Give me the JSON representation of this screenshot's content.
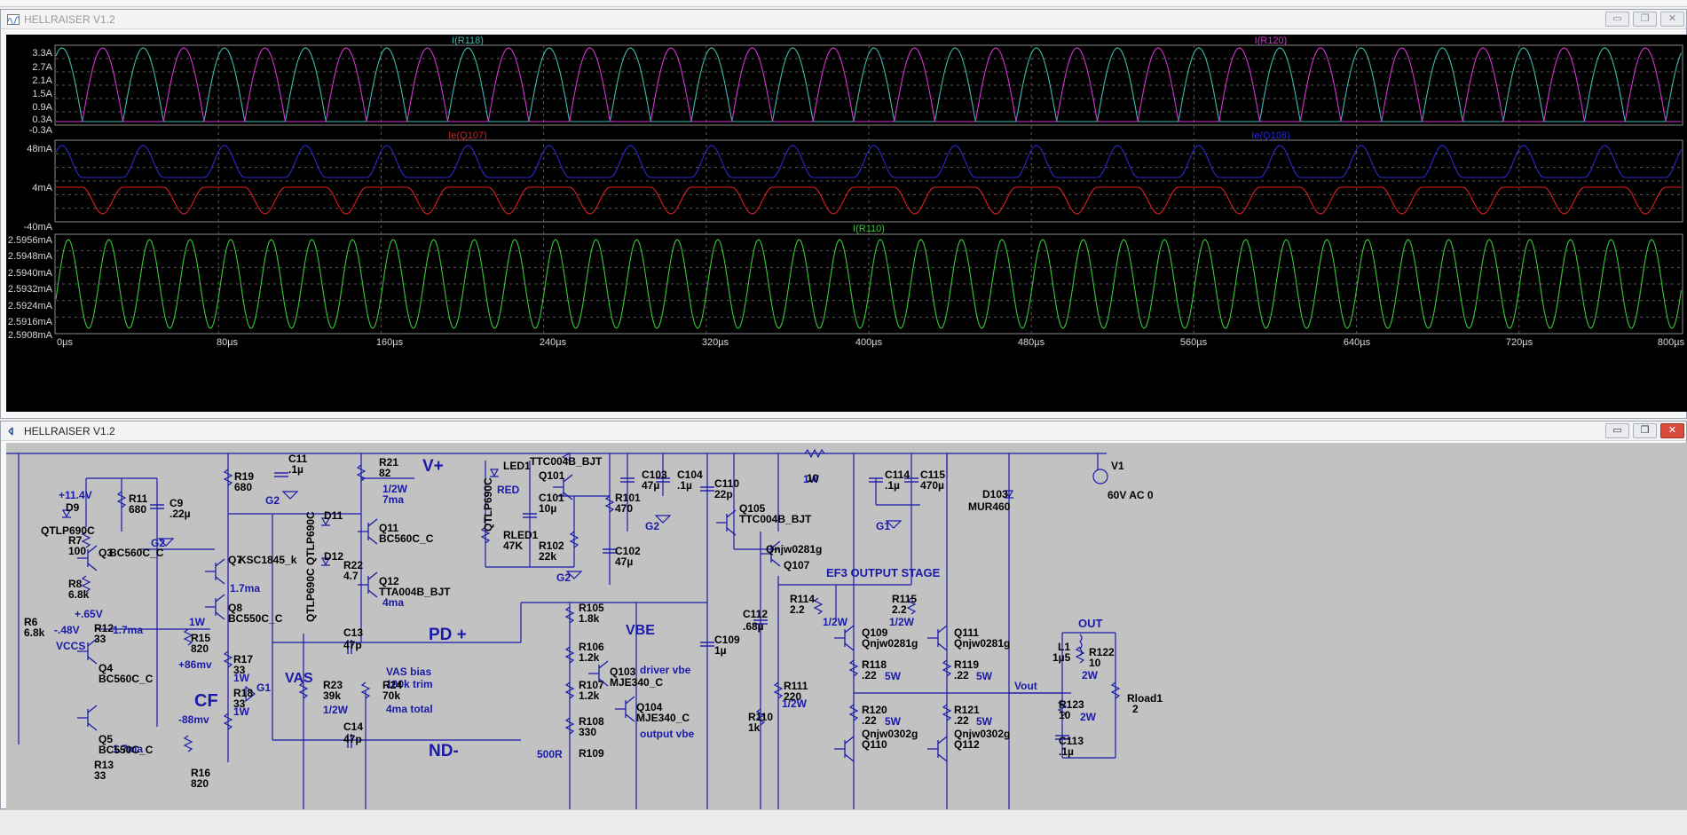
{
  "top_window": {
    "title": "HELLRAISER V1.2",
    "panes": [
      {
        "traces": [
          {
            "label": "I(R118)",
            "color": "#3fb8b0"
          },
          {
            "label": "I(R120)",
            "color": "#d235d2"
          }
        ],
        "y_ticks": [
          "3.3A",
          "2.7A",
          "2.1A",
          "1.5A",
          "0.9A",
          "0.3A",
          "-0.3A"
        ]
      },
      {
        "traces": [
          {
            "label": "Ie(Q107)",
            "color": "#e02020"
          },
          {
            "label": "Ie(Q108)",
            "color": "#2a2ad0"
          }
        ],
        "y_ticks": [
          "48mA",
          "4mA",
          "-40mA"
        ]
      },
      {
        "traces": [
          {
            "label": "I(R110)",
            "color": "#3ac83a"
          }
        ],
        "y_ticks": [
          "2.5956mA",
          "2.5948mA",
          "2.5940mA",
          "2.5932mA",
          "2.5924mA",
          "2.5916mA",
          "2.5908mA"
        ]
      }
    ],
    "x_ticks": [
      "0µs",
      "80µs",
      "160µs",
      "240µs",
      "320µs",
      "400µs",
      "480µs",
      "560µs",
      "640µs",
      "720µs",
      "800µs"
    ]
  },
  "bottom_window": {
    "title": "HELLRAISER V1.2",
    "labels": {
      "vplus": "V+",
      "pdplus": "PD +",
      "ndminus": "ND-",
      "vbe": "VBE",
      "cf": "CF",
      "vas": "VAS",
      "ef3": "EF3 OUTPUT STAGE",
      "out": "OUT",
      "vout": "Vout",
      "vas_bias": "VAS bias",
      "trim": "100k trim",
      "ma_total": "4ma total",
      "driver_vbe": "driver vbe",
      "output_vbe": "output vbe",
      "v1_value": "60V AC 0",
      "d103_part": "MUR460",
      "r500": "500R",
      "g1": "G1",
      "g2": "G2",
      "vccs": "VCCS",
      "v_114": "+11.4V",
      "v_065": "+.65V",
      "v_048": "-.48V",
      "mv_86": "+86mv",
      "mv_88": "-88mv",
      "red": "RED",
      "ma_17a": "1.7ma",
      "ma_17b": "1.7ma",
      "ma_17c": "1.7ma",
      "ma_7": "7ma",
      "ma_4": "4ma",
      "qtlp_a": "QTLP690C",
      "qtlp_b": "QTLP690C QTLP690C",
      "qtlp_c": "QTLP690C"
    },
    "components": [
      {
        "ref": "C11",
        "val": ".1µ"
      },
      {
        "ref": "R19",
        "val": "680"
      },
      {
        "ref": "R21",
        "val": "82"
      },
      {
        "ref": "D9",
        "val": ""
      },
      {
        "ref": "R11",
        "val": "680"
      },
      {
        "ref": "C9",
        "val": ".22µ"
      },
      {
        "ref": "R7",
        "val": "100"
      },
      {
        "ref": "Q3",
        "val": "BC560C_C"
      },
      {
        "ref": "R8",
        "val": "6.8k"
      },
      {
        "ref": "R6",
        "val": "6.8k"
      },
      {
        "ref": "R12",
        "val": "33"
      },
      {
        "ref": "Q4",
        "val": "BC560C_C"
      },
      {
        "ref": "Q5",
        "val": "BC550C_C"
      },
      {
        "ref": "R13",
        "val": "33"
      },
      {
        "ref": "Q7",
        "val": "KSC1845_k"
      },
      {
        "ref": "Q8",
        "val": "BC550C_C"
      },
      {
        "ref": "R15",
        "val": "820"
      },
      {
        "ref": "R16",
        "val": "820"
      },
      {
        "ref": "R17",
        "val": "33"
      },
      {
        "ref": "R18",
        "val": "33"
      },
      {
        "ref": "D11",
        "val": ""
      },
      {
        "ref": "D12",
        "val": ""
      },
      {
        "ref": "R22",
        "val": "4.7"
      },
      {
        "ref": "Q11",
        "val": "BC560C_C"
      },
      {
        "ref": "Q12",
        "val": "TTA004B_BJT"
      },
      {
        "ref": "C13",
        "val": "47p"
      },
      {
        "ref": "C14",
        "val": "47p"
      },
      {
        "ref": "R23",
        "val": "39k"
      },
      {
        "ref": "R24",
        "val": "70k"
      },
      {
        "ref": "LED1",
        "val": ""
      },
      {
        "ref": "RLED1",
        "val": "47K"
      },
      {
        "ref": "Q101",
        "val": "TTC004B_BJT"
      },
      {
        "ref": "C101",
        "val": "10µ"
      },
      {
        "ref": "R101",
        "val": "470"
      },
      {
        "ref": "R102",
        "val": "22k"
      },
      {
        "ref": "C102",
        "val": "47µ"
      },
      {
        "ref": "C103",
        "val": "47µ"
      },
      {
        "ref": "C104",
        "val": ".1µ"
      },
      {
        "ref": "R105",
        "val": "1.8k"
      },
      {
        "ref": "R106",
        "val": "1.2k"
      },
      {
        "ref": "R107",
        "val": "1.2k"
      },
      {
        "ref": "R108",
        "val": "330"
      },
      {
        "ref": "R109",
        "val": ""
      },
      {
        "ref": "Q103",
        "val": "MJE340_C"
      },
      {
        "ref": "Q104",
        "val": "MJE340_C"
      },
      {
        "ref": "C110",
        "val": "22p"
      },
      {
        "ref": "C109",
        "val": "1µ"
      },
      {
        "ref": "Q105",
        "val": "TTC004B_BJT"
      },
      {
        "ref": "Q107",
        "val": "Qnjw0281g"
      },
      {
        "ref": "C112",
        "val": ".68µ"
      },
      {
        "ref": "R110",
        "val": "1k"
      },
      {
        "ref": "R111",
        "val": "220"
      },
      {
        "ref": "R114",
        "val": "2.2"
      },
      {
        "ref": "R115",
        "val": "2.2"
      },
      {
        "ref": "Q109",
        "val": "Qnjw0281g"
      },
      {
        "ref": "Q111",
        "val": "Qnjw0281g"
      },
      {
        "ref": "R118",
        "val": ".22"
      },
      {
        "ref": "R119",
        "val": ".22"
      },
      {
        "ref": "R120",
        "val": ".22"
      },
      {
        "ref": "R121",
        "val": ".22"
      },
      {
        "ref": "Q110",
        "val": "Qnjw0302g"
      },
      {
        "ref": "Q112",
        "val": "Qnjw0302g"
      },
      {
        "ref": "C114",
        "val": ".1µ"
      },
      {
        "ref": "C115",
        "val": "470µ"
      },
      {
        "ref": "D103",
        "val": ""
      },
      {
        "ref": "V1",
        "val": ""
      },
      {
        "ref": "L1",
        "val": "1µ5"
      },
      {
        "ref": "R122",
        "val": "10"
      },
      {
        "ref": "R123",
        "val": "10"
      },
      {
        "ref": "C113",
        "val": ".1µ"
      },
      {
        "ref": "Rload1",
        "val": "2"
      },
      {
        "ref": "R_top",
        "val": "10"
      }
    ],
    "ratings": {
      "r21": "1/2W",
      "r15": "1W",
      "r17": "1W",
      "r18": "1W",
      "r23": "1/2W",
      "top10": "1W",
      "r114": "1/2W",
      "r115": "1/2W",
      "r111": "1/2W",
      "r118": "5W",
      "r119": "5W",
      "r120": "5W",
      "r121": "5W",
      "r122": "2W",
      "r123": "2W"
    }
  }
}
